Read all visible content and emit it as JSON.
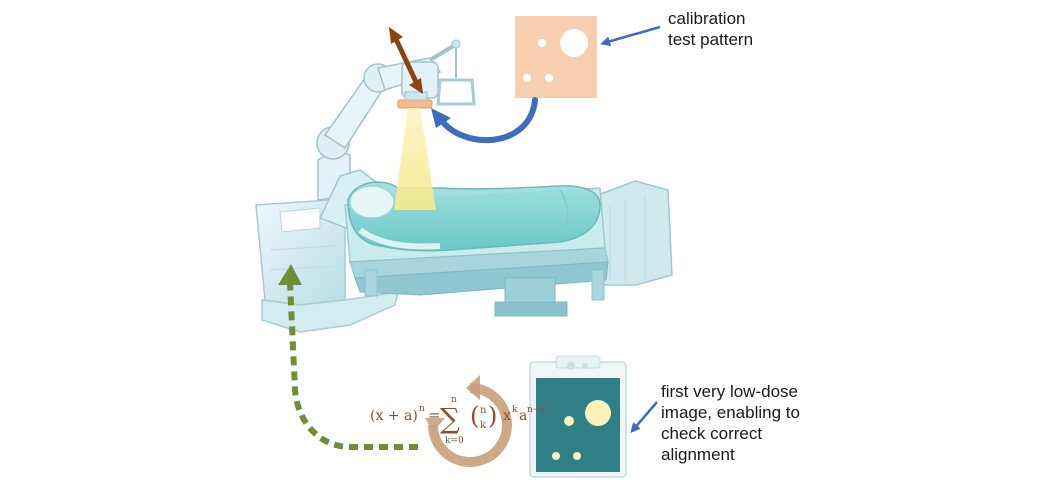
{
  "annotations": {
    "calibration_lines": [
      "calibration",
      "test pattern"
    ],
    "lowdose_lines": [
      "first very low-dose",
      "image, enabling to",
      "check correct",
      "alignment"
    ]
  },
  "formula": {
    "lhs": "(x + a)",
    "lhs_exp": "n",
    "equals": "=",
    "sum_top": "n",
    "sum_bottom": "k=0",
    "binom_top": "n",
    "binom_bottom": "k",
    "term_x": "x",
    "term_x_exp": "k",
    "term_a": "a",
    "term_a_exp": "n−k"
  },
  "icons": {
    "robot": "robotic-xray-arm-icon",
    "bed": "hospital-bed-icon",
    "patient": "patient-icon",
    "test_pattern": "calibration-phantom-icon",
    "detector": "flat-panel-detector-icon",
    "cycle": "processing-cycle-icon"
  },
  "colors": {
    "pattern_fill": "#f6cfb0",
    "detector_fill": "#2f7f86",
    "detector_dots": "#fbf3b8",
    "blue_arrow": "#3d6dbf",
    "brown_arrow": "#8b4513",
    "green_dotted_arrow": "#6e8f35",
    "cycle_ring": "#c9a07b",
    "xray_beam": "#fbf0a8"
  }
}
